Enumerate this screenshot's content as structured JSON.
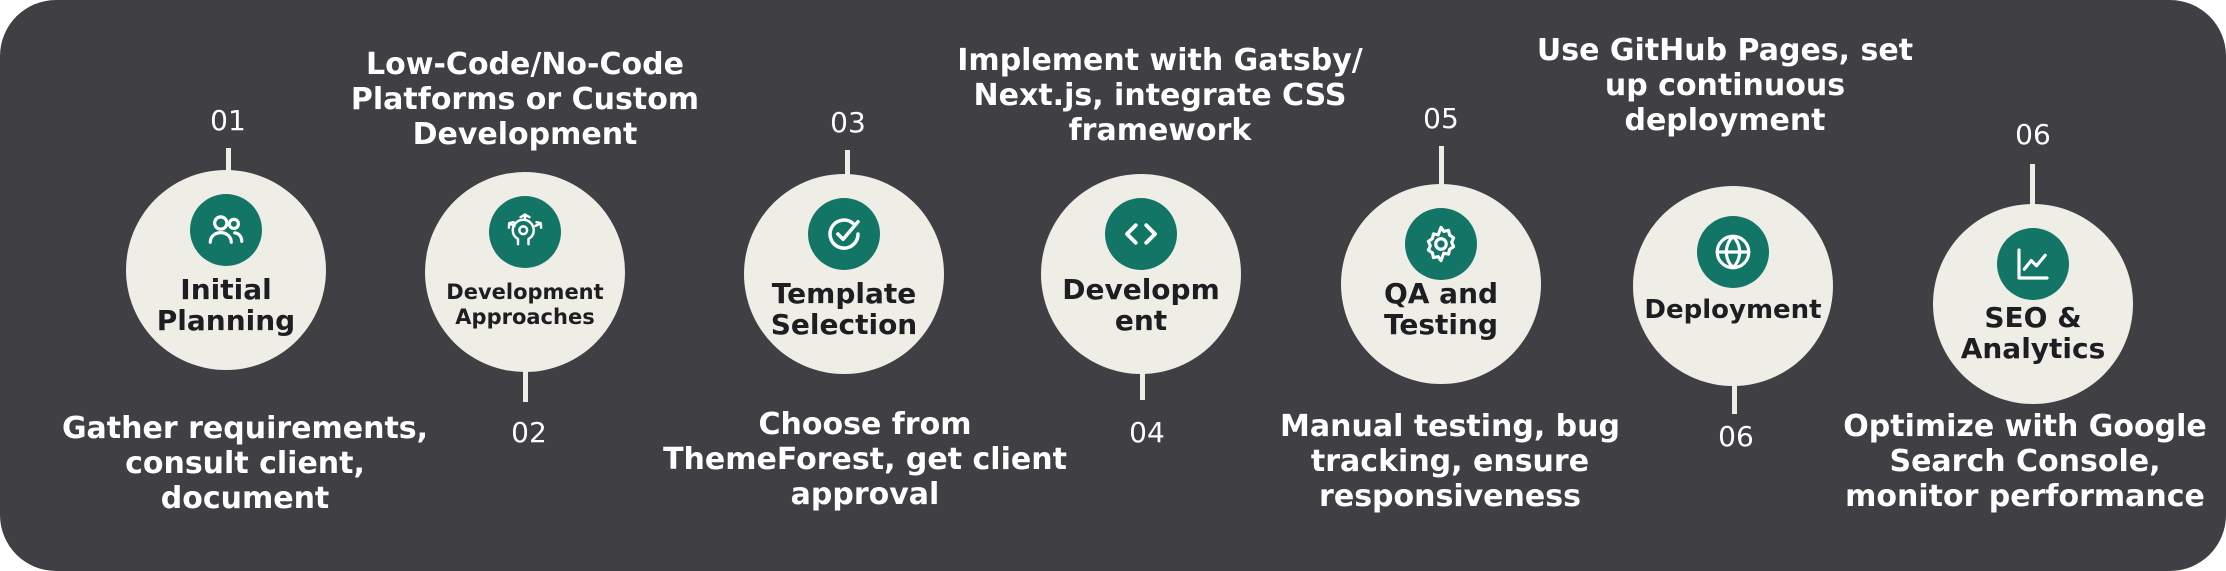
{
  "colors": {
    "panel": "#3f3f44",
    "circle": "#eeede6",
    "icon_bg": "#137566",
    "text_light": "#ffffff",
    "text_dark": "#1e1e22"
  },
  "steps": [
    {
      "number": "01",
      "label": "Initial\nPlanning",
      "icon": "users-icon",
      "description": "Gather requirements,\nconsult client,\ndocument"
    },
    {
      "number": "02",
      "label": "Development\nApproaches",
      "icon": "strategy-head-icon",
      "description": "Low-Code/No-Code\nPlatforms or Custom\nDevelopment"
    },
    {
      "number": "03",
      "label": "Template\nSelection",
      "icon": "check-badge-icon",
      "description": "Choose from\nThemeForest, get client\napproval"
    },
    {
      "number": "04",
      "label": "Developm\nent",
      "icon": "code-icon",
      "description": "Implement with Gatsby/\nNext.js, integrate CSS\nframework"
    },
    {
      "number": "05",
      "label": "QA and\nTesting",
      "icon": "gear-icon",
      "description": "Manual testing, bug\ntracking, ensure\nresponsiveness"
    },
    {
      "number": "06",
      "label": "Deployment",
      "icon": "globe-icon",
      "description": "Use GitHub Pages, set\nup continuous\ndeployment"
    },
    {
      "number": "06",
      "label": "SEO &\nAnalytics",
      "icon": "chart-line-icon",
      "description": "Optimize with Google\nSearch Console,\nmonitor performance"
    }
  ]
}
